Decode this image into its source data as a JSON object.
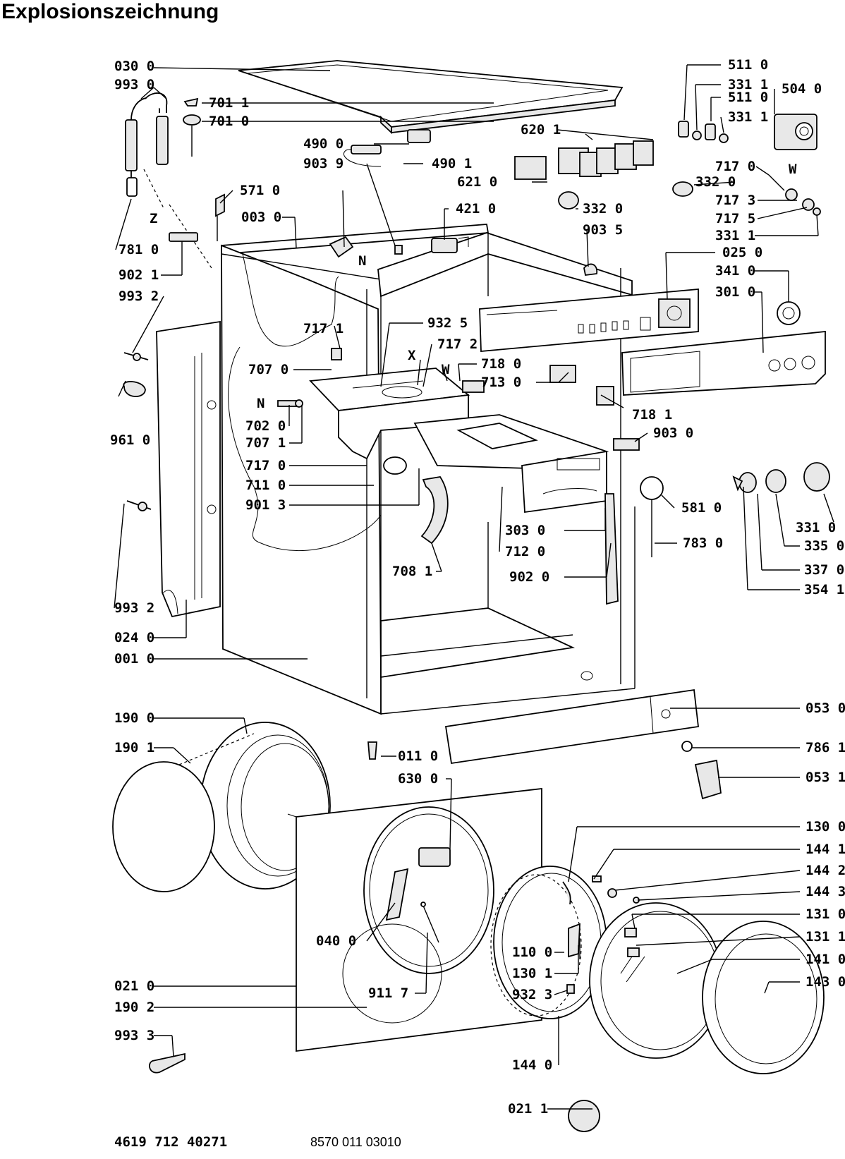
{
  "title": "Explosionszeichnung",
  "footer": {
    "left_code": "4619 712 40271",
    "right_code": "8570 011 03010"
  },
  "markers": [
    "N",
    "N",
    "Z",
    "X",
    "W",
    "W"
  ],
  "callouts": [
    "030 0",
    "993 0",
    "701 1",
    "701 0",
    "490 0",
    "903 9",
    "490 1",
    "571 0",
    "003 0",
    "781 0",
    "902 1",
    "993 2",
    "961 0",
    "717 1",
    "707 0",
    "702 0",
    "707 1",
    "717 0",
    "711 0",
    "901 3",
    "993 2",
    "024 0",
    "001 0",
    "932 5",
    "717 2",
    "718 0",
    "713 0",
    "718 1",
    "903 0",
    "303 0",
    "712 0",
    "708 1",
    "902 0",
    "620 1",
    "621 0",
    "421 0",
    "332 0",
    "903 5",
    "511 0",
    "331 1",
    "511 0",
    "331 1",
    "504 0",
    "717 0",
    "332 0",
    "717 3",
    "717 5",
    "331 1",
    "025 0",
    "341 0",
    "301 0",
    "581 0",
    "783 0",
    "331 0",
    "335 0",
    "337 0",
    "354 1",
    "053 0",
    "786 1",
    "053 1",
    "190 0",
    "190 1",
    "011 0",
    "630 0",
    "040 0",
    "021 0",
    "190 2",
    "911 7",
    "993 3",
    "130 0",
    "144 1",
    "144 2",
    "144 3",
    "131 0",
    "131 1",
    "110 0",
    "130 1",
    "932 3",
    "141 0",
    "143 0",
    "144 0",
    "021 1"
  ]
}
